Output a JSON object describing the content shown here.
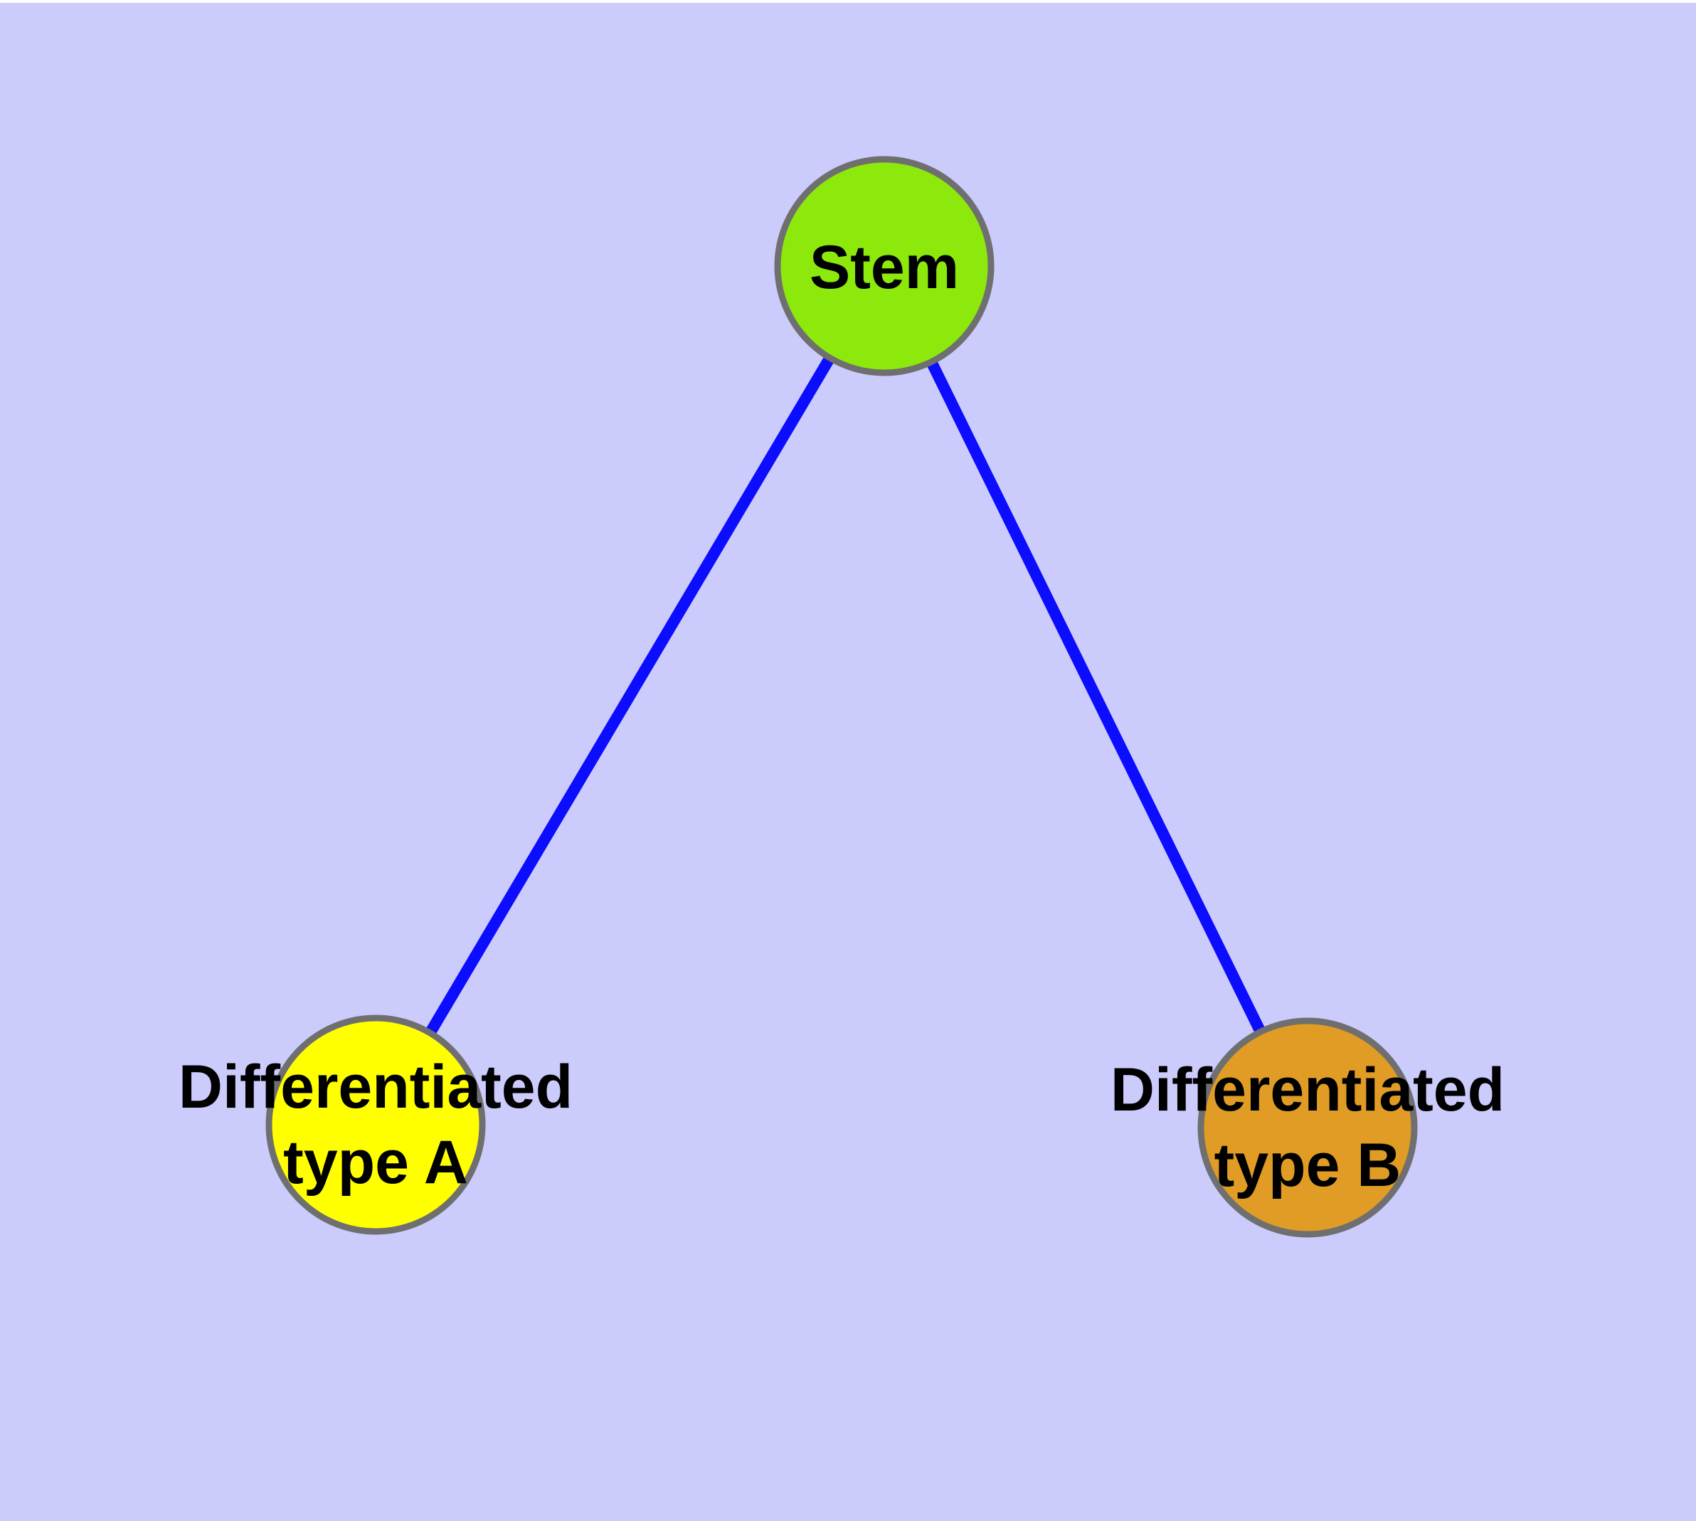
{
  "diagram": {
    "background_color": "#CBCBFC",
    "edge_color": "#0C0CFF",
    "node_border_color": "#6F6F6F",
    "label_color": "#000000",
    "nodes": [
      {
        "id": "stem",
        "label": "Stem",
        "fill": "#8DE90B"
      },
      {
        "id": "type-a",
        "label": "Differentiated\ntype A",
        "fill": "#FFFF00"
      },
      {
        "id": "type-b",
        "label": "Differentiated\ntype B",
        "fill": "#E09C24"
      }
    ],
    "edges": [
      {
        "from": "stem",
        "to": "type-a"
      },
      {
        "from": "stem",
        "to": "type-b"
      }
    ]
  }
}
